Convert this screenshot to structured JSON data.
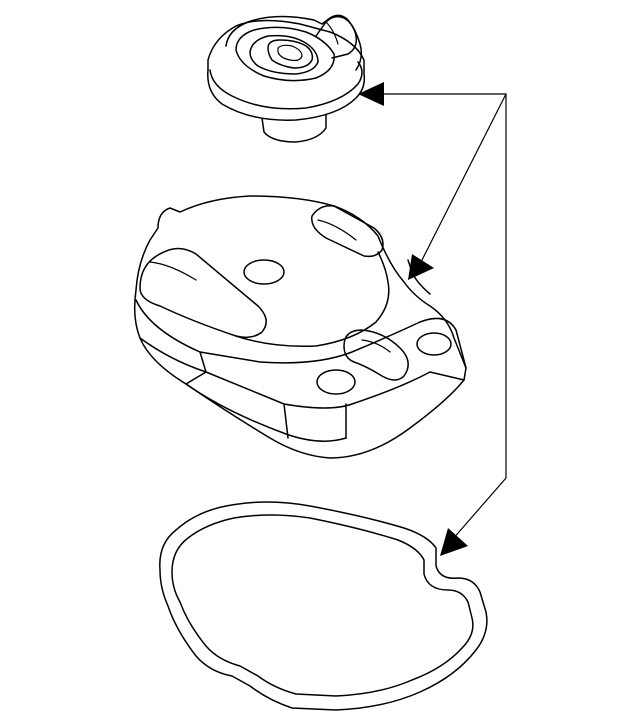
{
  "diagram": {
    "parts": [
      {
        "id": "cap",
        "name": "coolant-filler-cap"
      },
      {
        "id": "housing",
        "name": "reservoir-housing"
      },
      {
        "id": "gasket",
        "name": "housing-gasket"
      }
    ],
    "leader": {
      "targets": [
        "cap",
        "housing",
        "gasket"
      ]
    },
    "colors": {
      "stroke": "#000000",
      "background": "#ffffff"
    }
  }
}
